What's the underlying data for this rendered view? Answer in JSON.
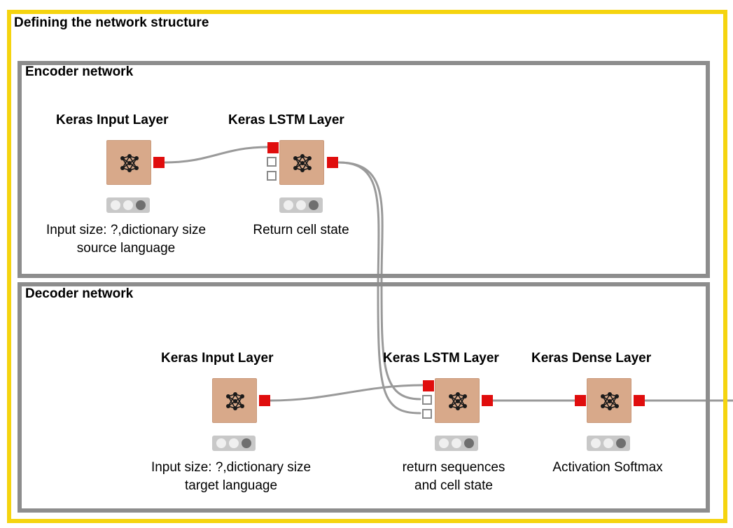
{
  "workflow": {
    "title": "Defining the network structure"
  },
  "encoder": {
    "title": "Encoder network",
    "input_node": {
      "title": "Keras Input Layer",
      "desc_line1": "Input size: ?,dictionary size",
      "desc_line2": "source language",
      "icon": "neural-network-icon"
    },
    "lstm_node": {
      "title": "Keras LSTM Layer",
      "desc_line1": "Return cell state",
      "icon": "neural-network-icon"
    }
  },
  "decoder": {
    "title": "Decoder network",
    "input_node": {
      "title": "Keras Input Layer",
      "desc_line1": "Input size: ?,dictionary size",
      "desc_line2": "target language",
      "icon": "neural-network-icon"
    },
    "lstm_node": {
      "title": "Keras LSTM Layer",
      "desc_line1": "return sequences",
      "desc_line2": "and cell state",
      "icon": "neural-network-icon"
    },
    "dense_node": {
      "title": "Keras Dense Layer",
      "desc_line1": "Activation Softmax",
      "icon": "neural-network-icon"
    }
  },
  "colors": {
    "annotation_border": "#f5d40f",
    "group_border": "#8d8d8d",
    "node_fill": "#d8a98a",
    "port_active": "#e00d0d",
    "connection": "#9a9a9a"
  }
}
